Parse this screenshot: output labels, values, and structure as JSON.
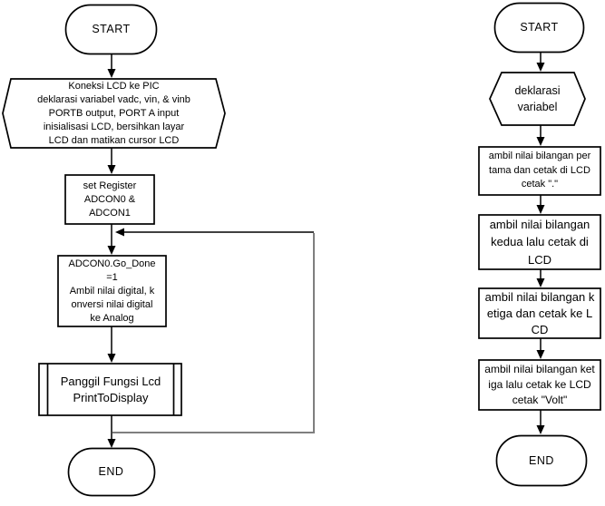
{
  "diagram": {
    "type": "flowchart-pair",
    "background": "#ffffff",
    "colors": {
      "shape_border": "#000000",
      "shape_fill": "#ffffff",
      "connector": "#000000",
      "loop_connector": "#7f7f7f",
      "text": "#000000"
    },
    "left_flowchart": {
      "start_label": "START",
      "preparation": "Koneksi LCD ke PIC\ndeklarasi variabel vadc, vin, & vinb\nPORTB output, PORT A input\ninisialisasi LCD, bersihkan layar\nLCD dan matikan cursor LCD",
      "set_register": "set Register\nADCON0 &\nADCON1",
      "adc_process": "ADCON0.Go_Done\n=1\nAmbil nilai digital, k\nonversi nilai digital\nke Analog",
      "predefined_process": "Panggil Fungsi Lcd\nPrintToDisplay",
      "end_label": "END",
      "has_feedback_loop": true
    },
    "right_flowchart": {
      "start_label": "START",
      "preparation": "deklarasi\nvariabel",
      "step1": "ambil nilai bilangan per\ntama dan cetak di LCD\ncetak \".\"",
      "step2": "ambil nilai bilangan\nkedua lalu cetak di\nLCD",
      "step3": "ambil nilai bilangan k\netiga dan cetak ke L\nCD",
      "step4": "ambil nilai bilangan ket\niga lalu cetak ke LCD\ncetak \"Volt\"",
      "end_label": "END"
    }
  }
}
